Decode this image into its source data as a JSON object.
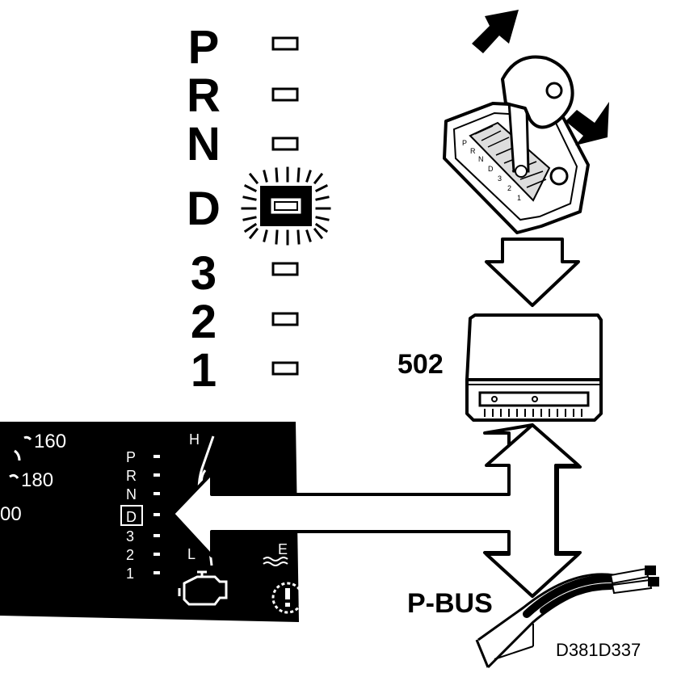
{
  "selector_gears": [
    "P",
    "R",
    "N",
    "D",
    "3",
    "2",
    "1"
  ],
  "selector_active": "D",
  "control_unit_label": "502",
  "bus_label": "P-BUS",
  "figure_code": "D381D337",
  "cluster": {
    "speed_marks": [
      "160",
      "180",
      "00"
    ],
    "gears": [
      "P",
      "R",
      "N",
      "D",
      "3",
      "2",
      "1"
    ],
    "active_gear": "D",
    "temp_high": "H",
    "temp_low": "L",
    "fuel_empty": "E"
  },
  "lever_gate_letters": [
    "P",
    "R",
    "N",
    "D",
    "3",
    "2",
    "1"
  ]
}
